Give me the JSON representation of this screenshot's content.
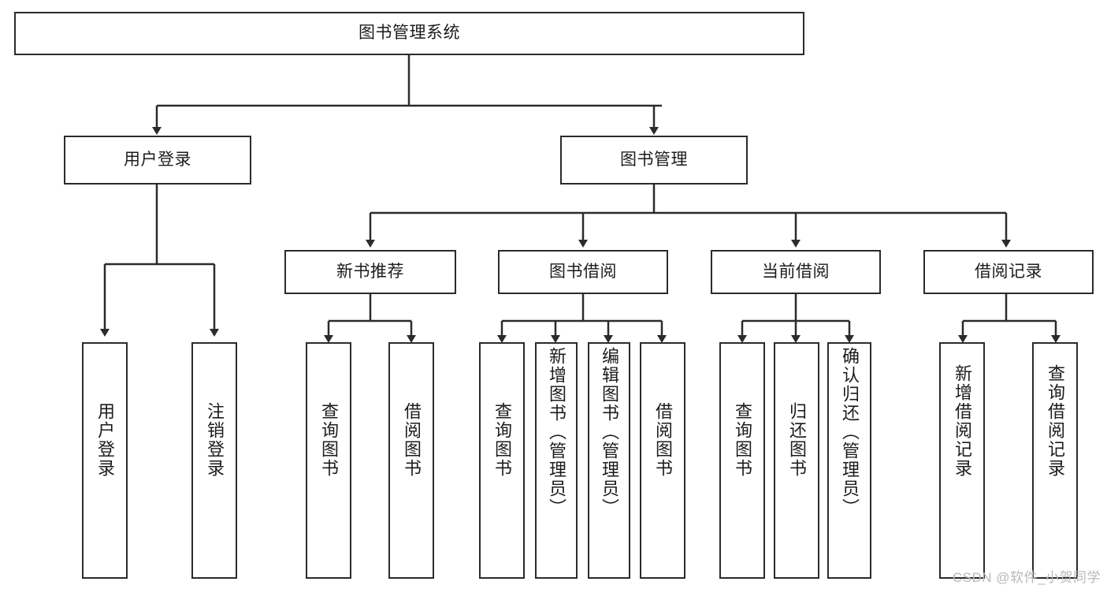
{
  "diagram": {
    "type": "hierarchy-tree",
    "title_node": "图书管理系统",
    "watermark": "CSDN @软件_小贺同学",
    "stroke_color": "#2b2b2b",
    "background_color": "#ffffff",
    "text_color": "#1c1c1c",
    "watermark_color": "#b9b9b9"
  },
  "nodes": {
    "root": {
      "label": "图书管理系统"
    },
    "level2": [
      {
        "id": "user-login",
        "label": "用户登录"
      },
      {
        "id": "book-manage",
        "label": "图书管理"
      }
    ],
    "level3": [
      {
        "id": "new-book-recommend",
        "label": "新书推荐"
      },
      {
        "id": "book-borrow",
        "label": "图书借阅"
      },
      {
        "id": "current-borrow",
        "label": "当前借阅"
      },
      {
        "id": "borrow-record",
        "label": "借阅记录"
      }
    ],
    "leaves": {
      "user_login": [
        {
          "id": "leaf-user-login",
          "label": "用户登录"
        },
        {
          "id": "leaf-logout-login",
          "label": "注销登录"
        }
      ],
      "new_book_recommend": [
        {
          "id": "leaf-query-book-1",
          "label": "查询图书"
        },
        {
          "id": "leaf-borrow-book-1",
          "label": "借阅图书"
        }
      ],
      "book_borrow": [
        {
          "id": "leaf-query-book-2",
          "label": "查询图书"
        },
        {
          "id": "leaf-add-book",
          "label": "新增图书（管理员）"
        },
        {
          "id": "leaf-edit-book",
          "label": "编辑图书（管理员）"
        },
        {
          "id": "leaf-borrow-book-2",
          "label": "借阅图书"
        }
      ],
      "current_borrow": [
        {
          "id": "leaf-query-book-3",
          "label": "查询图书"
        },
        {
          "id": "leaf-return-book",
          "label": "归还图书"
        },
        {
          "id": "leaf-confirm-return",
          "label": "确认归还（管理员）"
        }
      ],
      "borrow_record": [
        {
          "id": "leaf-add-record",
          "label": "新增借阅记录"
        },
        {
          "id": "leaf-query-record",
          "label": "查询借阅记录"
        }
      ]
    }
  }
}
